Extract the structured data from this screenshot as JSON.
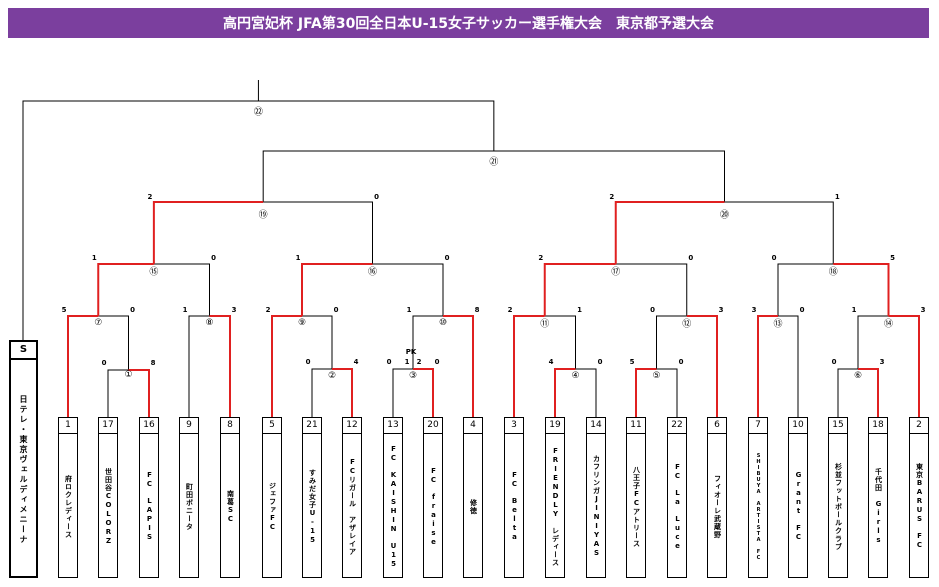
{
  "title": "高円宮妃杯 JFA第30回全日本U-15女子サッカー選手権大会　東京都予選大会",
  "bye_seed": {
    "letter": "S",
    "name": "日テレ・東京ヴェルディメニーナ"
  },
  "teams": [
    {
      "seed": "1",
      "name": "府ロクレディース"
    },
    {
      "seed": "17",
      "name": "世田谷COLORZ"
    },
    {
      "seed": "16",
      "name": "FC　LAPIS"
    },
    {
      "seed": "9",
      "name": "町田ボニータ"
    },
    {
      "seed": "8",
      "name": "南葛SC"
    },
    {
      "seed": "5",
      "name": "ジェファFC"
    },
    {
      "seed": "21",
      "name": "すみだ女子U-15"
    },
    {
      "seed": "12",
      "name": "FCリガール　アザレイア"
    },
    {
      "seed": "13",
      "name": "FC　KAISHIN　U15"
    },
    {
      "seed": "20",
      "name": "FC　fraise"
    },
    {
      "seed": "4",
      "name": "修徳"
    },
    {
      "seed": "3",
      "name": "FC　Belta"
    },
    {
      "seed": "19",
      "name": "FRIENDLY　レディース"
    },
    {
      "seed": "14",
      "name": "カフリンガJINIYAS"
    },
    {
      "seed": "11",
      "name": "八王子FCアトリース"
    },
    {
      "seed": "22",
      "name": "FC　La　Luce"
    },
    {
      "seed": "6",
      "name": "フィオーレ武蔵野"
    },
    {
      "seed": "7",
      "name": "SHIBUYA ARTISTA FC"
    },
    {
      "seed": "10",
      "name": "Grant　FC"
    },
    {
      "seed": "15",
      "name": "杉並フットボールクラブ"
    },
    {
      "seed": "18",
      "name": "千代田　Girls"
    },
    {
      "seed": "2",
      "name": "東京BARUS　FC"
    }
  ],
  "match_numbers": {
    "m1": "①",
    "m2": "②",
    "m3": "③",
    "m4": "④",
    "m5": "⑤",
    "m6": "⑥",
    "m7": "⑦",
    "m8": "⑧",
    "m9": "⑨",
    "m10": "⑩",
    "m11": "⑪",
    "m12": "⑫",
    "m13": "⑬",
    "m14": "⑭",
    "m15": "⑮",
    "m16": "⑯",
    "m17": "⑰",
    "m18": "⑱",
    "m19": "⑲",
    "m20": "⑳",
    "m21": "㉑",
    "m22": "㉒"
  },
  "scores": {
    "m1": [
      "0",
      "8"
    ],
    "m2": [
      "0",
      "4"
    ],
    "m3_pk": "PK",
    "m3": [
      "0",
      "1",
      "2",
      "0"
    ],
    "m4": [
      "4",
      "0"
    ],
    "m5": [
      "5",
      "0"
    ],
    "m6": [
      "0",
      "3"
    ],
    "m7": [
      "5",
      "0"
    ],
    "m8": [
      "1",
      "3"
    ],
    "m9": [
      "2",
      "0"
    ],
    "m10": [
      "1",
      "8"
    ],
    "m11": [
      "2",
      "1"
    ],
    "m12": [
      "0",
      "3"
    ],
    "m13": [
      "3",
      "0"
    ],
    "m14": [
      "1",
      "3"
    ],
    "m15": [
      "1",
      "0"
    ],
    "m16": [
      "1",
      "0"
    ],
    "m17": [
      "2",
      "0"
    ],
    "m18": [
      "0",
      "5"
    ],
    "m19": [
      "2",
      "0"
    ],
    "m20": [
      "2",
      "1"
    ]
  },
  "colors": {
    "winner_line": "#e02020",
    "line": "#000000",
    "title_bg": "#7b3f9e"
  }
}
